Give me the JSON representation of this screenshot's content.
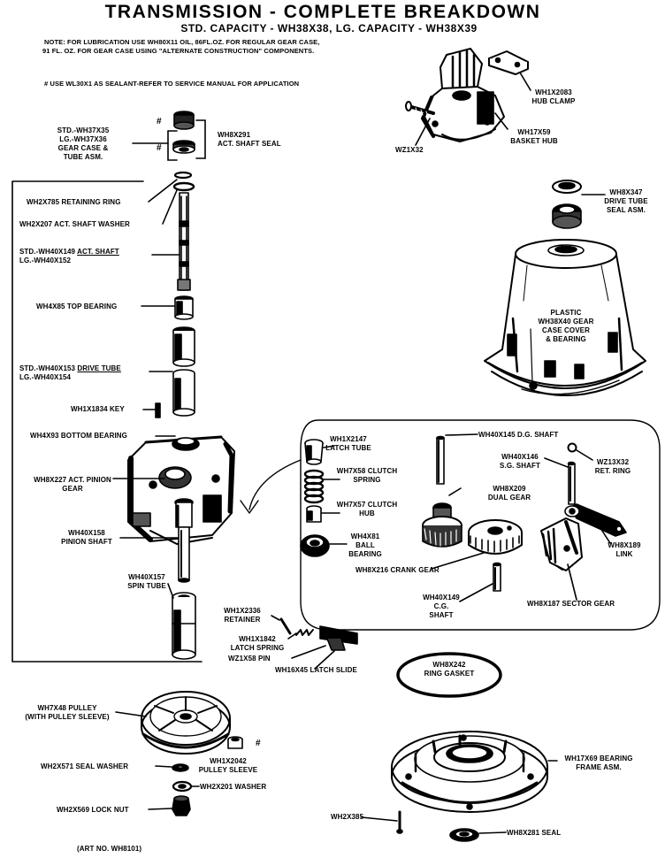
{
  "header": {
    "title": "TRANSMISSION - COMPLETE BREAKDOWN",
    "subtitle": "STD. CAPACITY - WH38X38, LG. CAPACITY - WH38X39",
    "note_line1": "NOTE: FOR LUBRICATION USE WH80X11 OIL, 86FL.OZ. FOR REGULAR GEAR CASE,",
    "note_line2": "91 FL. OZ. FOR GEAR CASE USING \"ALTERNATE CONSTRUCTION\" COMPONENTS.",
    "sealant_note": "# USE WL30X1 AS SEALANT-REFER TO SERVICE MANUAL FOR APPLICATION",
    "hash_mark": "#"
  },
  "labels": {
    "hub_clamp": [
      "WH1X2083",
      "HUB CLAMP"
    ],
    "basket_hub": [
      "WH17X59",
      "BASKET HUB"
    ],
    "wz1x32": "WZ1X32",
    "gear_case": [
      "STD.-WH37X35",
      "LG.-WH37X36",
      "GEAR CASE &",
      "TUBE ASM."
    ],
    "act_shaft_seal": [
      "WH8X291",
      "ACT. SHAFT SEAL"
    ],
    "retaining_ring": "WH2X785 RETAINING RING",
    "act_shaft_washer": "WH2X207 ACT. SHAFT WASHER",
    "act_shaft_std": "STD.-WH40X149 ",
    "act_shaft_name": "ACT. SHAFT",
    "act_shaft_lg": "LG.-WH40X152",
    "top_bearing": "WH4X85 TOP BEARING",
    "drive_tube_std": "STD.-WH40X153 ",
    "drive_tube_name": "DRIVE TUBE",
    "drive_tube_lg": "LG.-WH40X154",
    "key": "WH1X1834 KEY",
    "bottom_bearing": "WH4X93 BOTTOM BEARING",
    "pinion_gear": [
      "WH8X227 ACT. PINION",
      "GEAR"
    ],
    "pinion_shaft": [
      "WH40X158",
      "PINION SHAFT"
    ],
    "spin_tube": [
      "WH40X157",
      "SPIN TUBE"
    ],
    "drive_tube_seal": [
      "WH8X347",
      "DRIVE TUBE",
      "SEAL ASM."
    ],
    "gear_case_cover": [
      "PLASTIC",
      "WH38X40 GEAR",
      "CASE COVER",
      "& BEARING"
    ],
    "latch_tube": [
      "WH1X2147",
      "LATCH TUBE"
    ],
    "dg_shaft": "WH40X145 D.G. SHAFT",
    "sg_shaft": [
      "WH40X146",
      "S.G. SHAFT"
    ],
    "ret_ring": [
      "WZ13X32",
      "RET. RING"
    ],
    "clutch_spring": [
      "WH7X58 CLUTCH",
      "SPRING"
    ],
    "dual_gear": [
      "WH8X209",
      "DUAL GEAR"
    ],
    "clutch_hub": [
      "WH7X57 CLUTCH",
      "HUB"
    ],
    "ball_bearing": [
      "WH4X81",
      "BALL",
      "BEARING"
    ],
    "link": [
      "WH8X189",
      "LINK"
    ],
    "crank_gear": "WH8X216 CRANK GEAR",
    "cg_shaft": [
      "WH40X149",
      "C.G.",
      "SHAFT"
    ],
    "sector_gear": "WH8X187 SECTOR GEAR",
    "retainer": [
      "WH1X2336",
      "RETAINER"
    ],
    "latch_spring": [
      "WH1X1842",
      "LATCH SPRING"
    ],
    "pin": "WZ1X58 PIN",
    "latch_slide": "WH16X45 LATCH SLIDE",
    "ring_gasket": [
      "WH8X242",
      "RING GASKET"
    ],
    "pulley": [
      "WH7X48 PULLEY",
      "(WITH PULLEY SLEEVE)"
    ],
    "seal_washer": "WH2X571 SEAL WASHER",
    "pulley_sleeve": [
      "WH1X2042",
      "PULLEY SLEEVE"
    ],
    "washer": "WH2X201 WASHER",
    "lock_nut": "WH2X569 LOCK NUT",
    "bearing_frame": [
      "WH17X69 BEARING",
      "FRAME ASM."
    ],
    "wh2x385": "WH2X385",
    "seal_bottom": "WH8X281 SEAL",
    "art_no": "(ART NO. WH8101)"
  }
}
